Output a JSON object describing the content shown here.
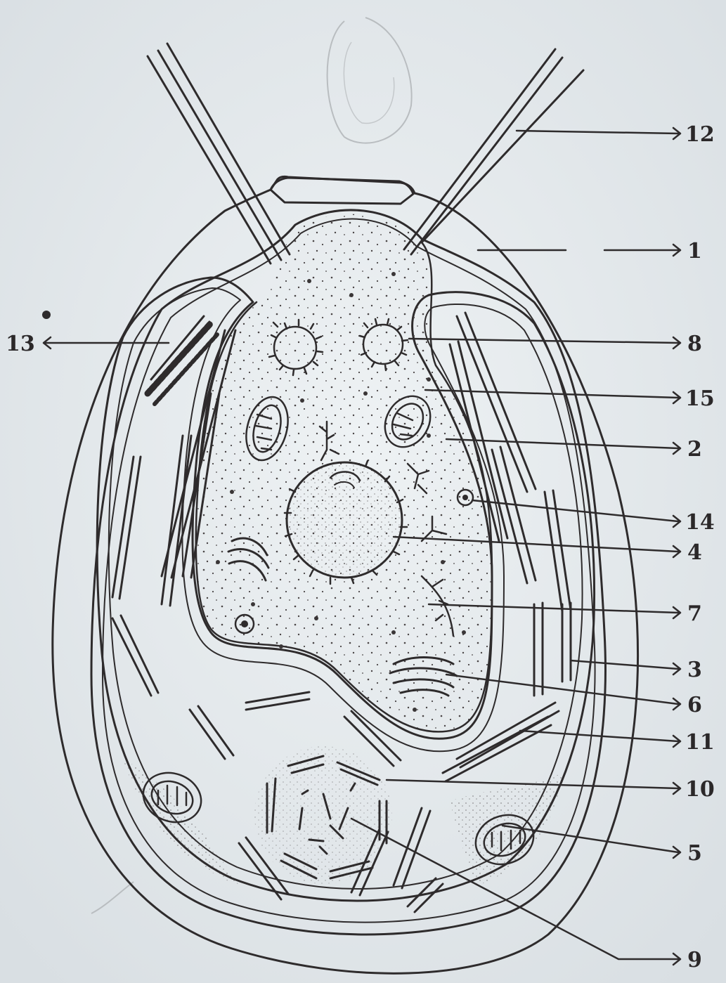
{
  "diagram": {
    "labels_right": [
      "12",
      "1",
      "8",
      "15",
      "2",
      "14",
      "4",
      "7",
      "3",
      "6",
      "11",
      "10",
      "5",
      "9"
    ],
    "labels_left": [
      "13"
    ]
  }
}
